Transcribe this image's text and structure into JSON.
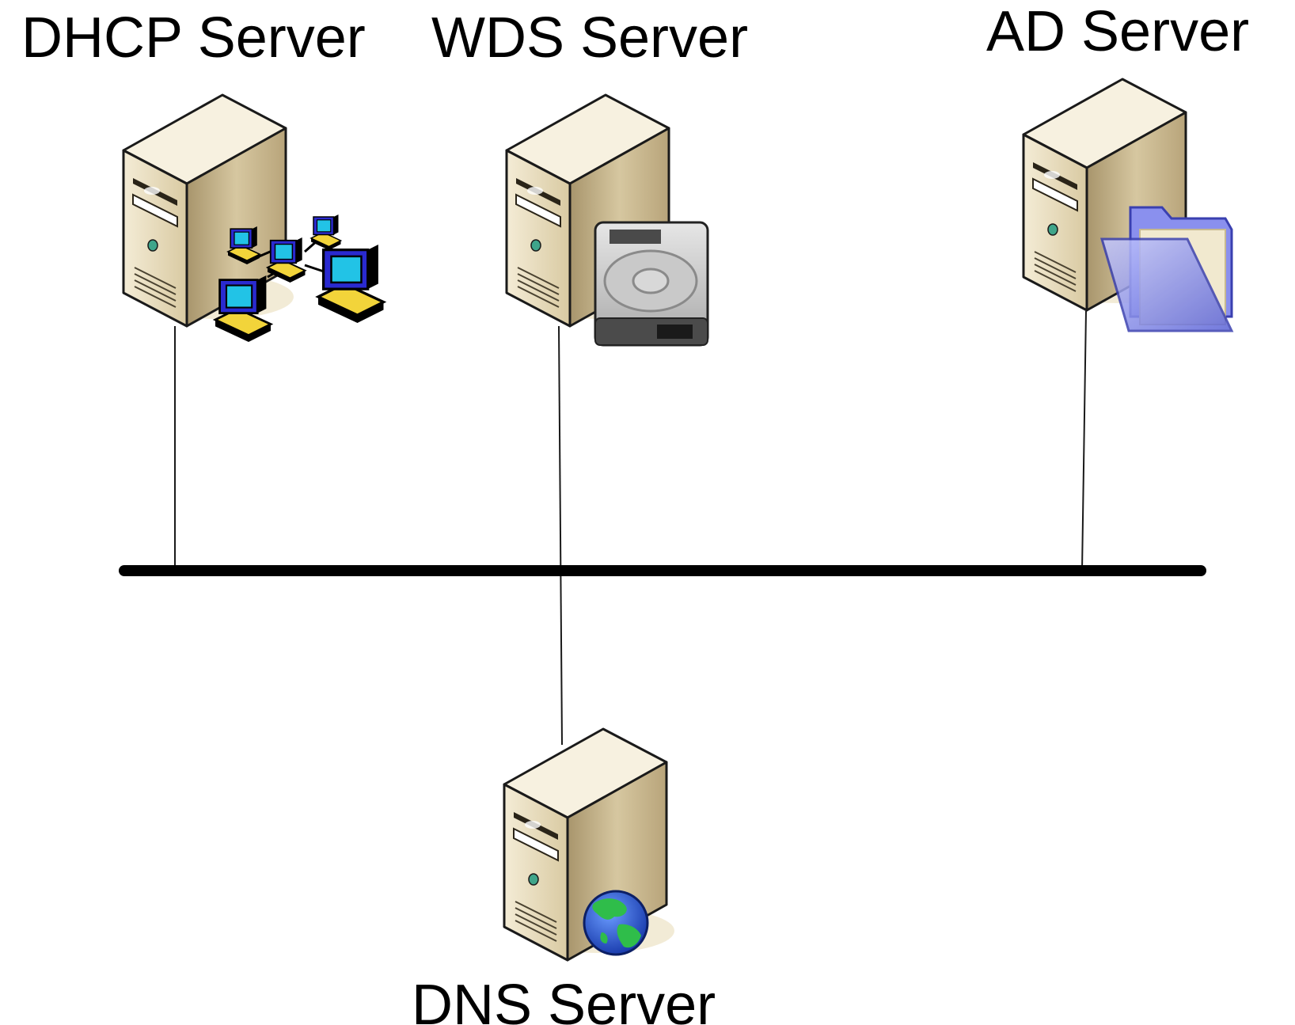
{
  "servers": {
    "dhcp": {
      "label": "DHCP Server",
      "icon": "network-computers-icon"
    },
    "wds": {
      "label": "WDS Server",
      "icon": "hard-drive-icon"
    },
    "ad": {
      "label": "AD Server",
      "icon": "folder-icon"
    },
    "dns": {
      "label": "DNS Server",
      "icon": "globe-icon"
    }
  },
  "colors": {
    "tower_front": "#efe6cc",
    "tower_side": "#c2ad83",
    "tower_top": "#f8f2e2",
    "line": "#000000",
    "folder": "#7f86e6",
    "monitor_screen": "#22c3e6",
    "monitor_body": "#2a2ad0",
    "globe_ocean": "#2a5fd8",
    "globe_land": "#2fa84a"
  }
}
